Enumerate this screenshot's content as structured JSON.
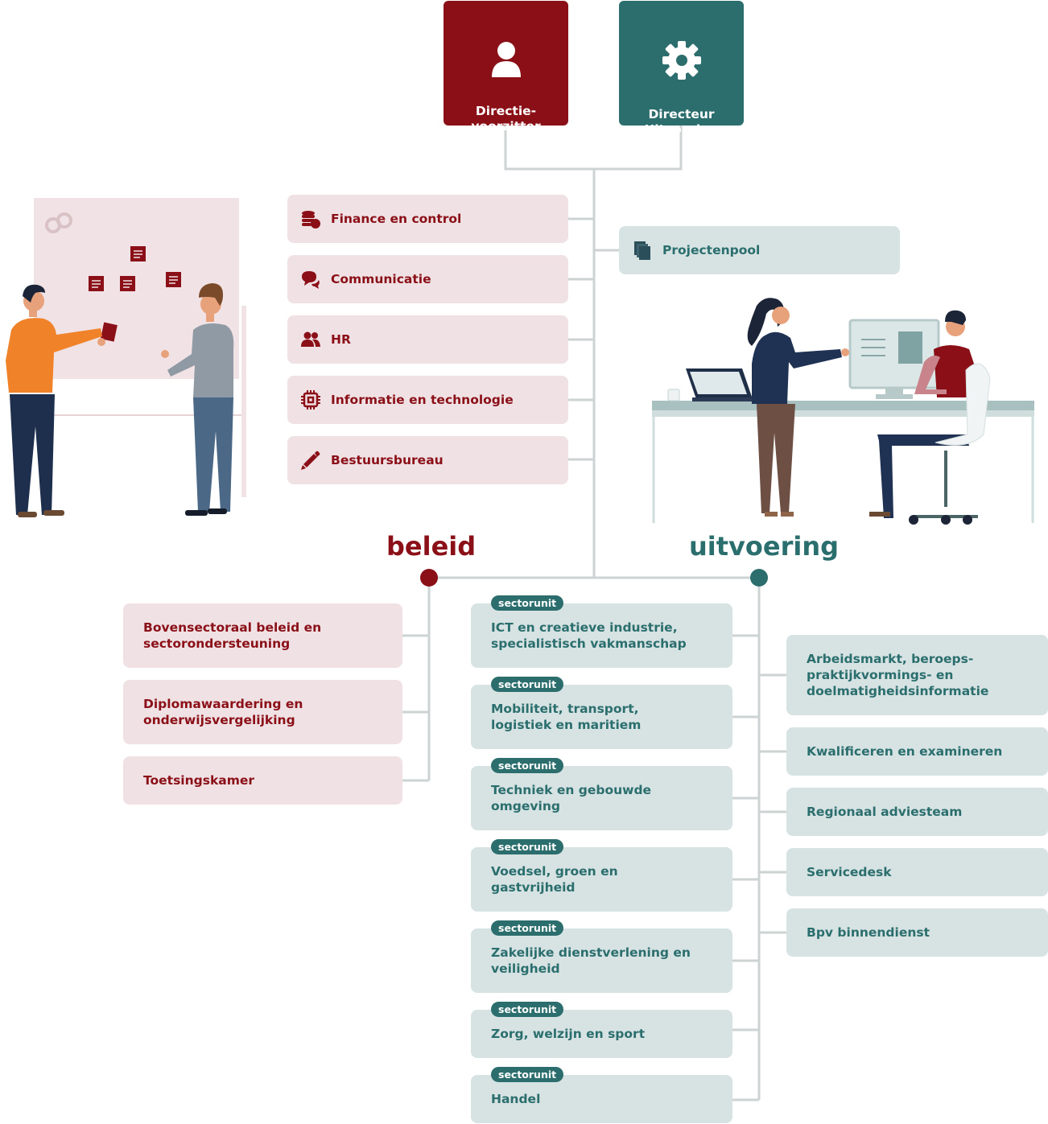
{
  "colors": {
    "red": "#8a0f17",
    "teal": "#2b6e6e",
    "red_light": "#f0e1e4",
    "teal_light": "#d7e2e3",
    "line": "#c9d1d1"
  },
  "top": {
    "chair": {
      "label": "Directie-\nvoorzitter",
      "icon": "person-icon"
    },
    "director": {
      "label": "Directeur\nUitvoering",
      "icon": "gear-icon"
    }
  },
  "staff": [
    {
      "label": "Finance en control",
      "icon": "coins-icon"
    },
    {
      "label": "Communicatie",
      "icon": "chat-icon"
    },
    {
      "label": "HR",
      "icon": "people-icon"
    },
    {
      "label": "Informatie en technologie",
      "icon": "chip-icon"
    },
    {
      "label": "Bestuursbureau",
      "icon": "pencil-icon"
    }
  ],
  "projectpool": {
    "label": "Projectenpool",
    "icon": "documents-icon"
  },
  "headings": {
    "beleid": "beleid",
    "uitvoering": "uitvoering"
  },
  "beleid": [
    {
      "label": "Bovensectoraal beleid en\nsectorondersteuning"
    },
    {
      "label": "Diplomawaardering en\nonderwijsvergelijking"
    },
    {
      "label": "Toetsingskamer"
    }
  ],
  "sectorunits": {
    "badge": "sectorunit",
    "items": [
      {
        "label": "ICT en creatieve industrie,\nspecialistisch vakmanschap"
      },
      {
        "label": "Mobiliteit, transport,\nlogistiek en maritiem"
      },
      {
        "label": "Techniek en gebouwde\nomgeving"
      },
      {
        "label": "Voedsel, groen en\ngastvrijheid"
      },
      {
        "label": "Zakelijke dienstverlening en\nveiligheid"
      },
      {
        "label": "Zorg, welzijn en sport"
      },
      {
        "label": "Handel"
      }
    ]
  },
  "uitvoering": [
    {
      "label": "Arbeidsmarkt, beroeps-\npraktijkvormings- en\ndoelmatigheidsinformatie"
    },
    {
      "label": "Kwalificeren en examineren"
    },
    {
      "label": "Regionaal adviesteam"
    },
    {
      "label": "Servicedesk"
    },
    {
      "label": "Bpv binnendienst"
    }
  ]
}
